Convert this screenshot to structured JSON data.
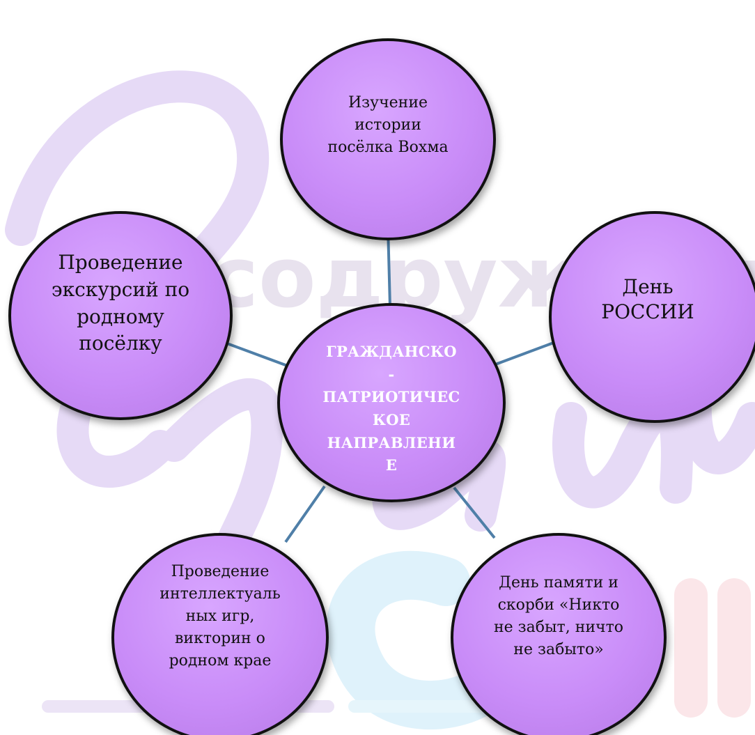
{
  "colors": {
    "node_fill": "#c98cf8",
    "node_border": "#111111",
    "connector": "#4f7fa8",
    "center_text": "#ffffff",
    "watermark_purple": "#e3d6f5",
    "watermark_cyan": "#dff2fb",
    "watermark_pink": "#fbe3e6"
  },
  "watermark": {
    "word": "содружество",
    "script": "Дети"
  },
  "center": {
    "label": "ГРАЖДАНСКО\n-\nПАТРИОТИЧЕС\nКОЕ\nНАПРАВЛЕНИ\nЕ"
  },
  "nodes": {
    "top": {
      "label": "Изучение\nистории\nпосёлка Вохма"
    },
    "left": {
      "label": "Проведение\nэкскурсий по\nродному\nпосёлку"
    },
    "right": {
      "label": "День\nРОССИИ"
    },
    "bottom_left": {
      "label": "Проведение\nинтеллектуаль\nных игр,\nвикторин о\nродном крае"
    },
    "bottom_right": {
      "label": "День памяти и\nскорби «Никто\nне забыт, ничто\nне забыто»"
    }
  }
}
